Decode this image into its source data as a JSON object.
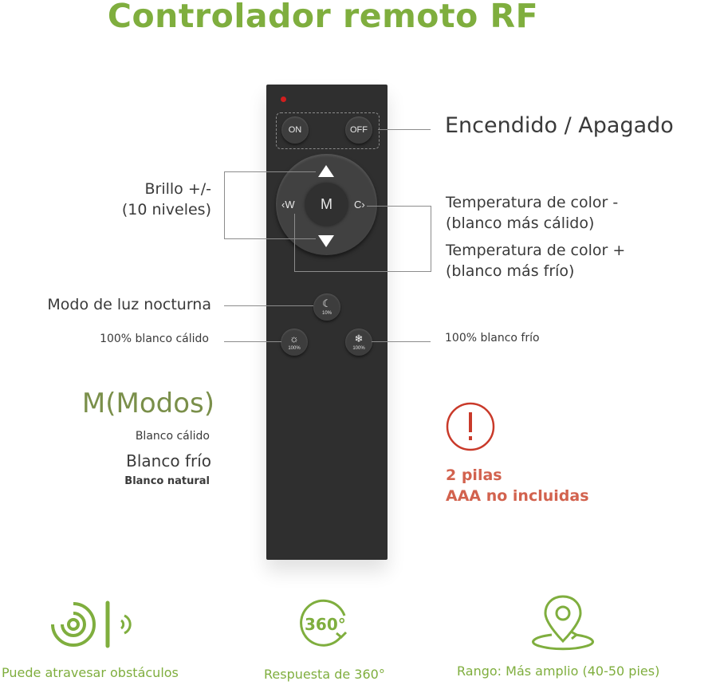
{
  "title": "Controlador remoto RF",
  "remote": {
    "on_label": "ON",
    "off_label": "OFF",
    "w_label": "W",
    "m_label": "M",
    "c_label": "C",
    "night_pct": "10%",
    "warm_pct": "100%",
    "cold_pct": "100%"
  },
  "callouts": {
    "power": "Encendido / Apagado",
    "brightness_line1": "Brillo +/-",
    "brightness_line2": "(10 niveles)",
    "temp_minus_line1": "Temperatura de color -",
    "temp_minus_line2": "(blanco más cálido)",
    "temp_plus_line1": "Temperatura de color +",
    "temp_plus_line2": "(blanco más frío)",
    "night": "Modo de luz nocturna",
    "warm_white": "100% blanco cálido",
    "cold_white": "100% blanco frío"
  },
  "modes": {
    "title": "M(Modos)",
    "items": [
      "Blanco cálido",
      "Blanco frío",
      "Blanco natural"
    ]
  },
  "warning": {
    "line1": "2 pilas",
    "line2": "AAA no incluidas"
  },
  "features": [
    {
      "label": "Puede atravesar obstáculos",
      "icon": "signal-through-wall-icon"
    },
    {
      "label": "Respuesta de 360°",
      "icon": "rotation-360-icon",
      "badge": "360°"
    },
    {
      "label": "Rango: Más amplio (40-50 pies)",
      "icon": "location-pin-icon"
    }
  ],
  "colors": {
    "accent_green": "#7fae3e",
    "warning_red": "#d2624e",
    "remote_body": "#2f2f2f"
  }
}
